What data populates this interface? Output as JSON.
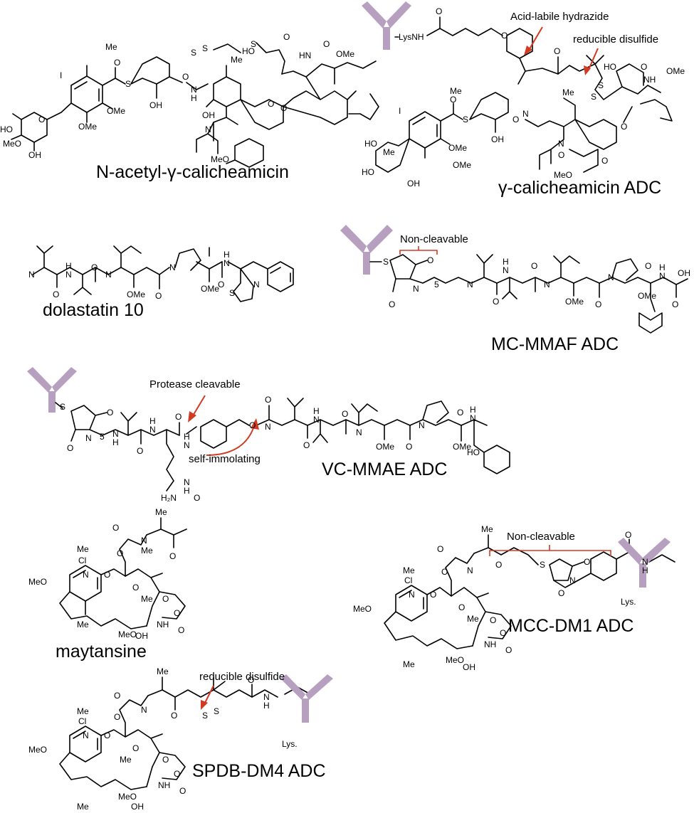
{
  "compounds": [
    {
      "name": "N-acetyl-γ-calicheamicin"
    },
    {
      "name": "γ-calicheamicin ADC",
      "annotations": [
        "Acid-labile hydrazide",
        "reducible disulfide"
      ]
    },
    {
      "name": "dolastatin 10"
    },
    {
      "name": "MC-MMAF ADC",
      "annotations": [
        "Non-cleavable"
      ]
    },
    {
      "name": "VC-MMAE ADC",
      "annotations": [
        "Protease cleavable",
        "self-immolating"
      ]
    },
    {
      "name": "maytansine"
    },
    {
      "name": "MCC-DM1 ADC",
      "annotations": [
        "Non-cleavable"
      ]
    },
    {
      "name": "SPDB-DM4 ADC",
      "annotations": [
        "reducible disulfide"
      ]
    }
  ],
  "atom_labels": {
    "me": "Me",
    "ome": "OMe",
    "meo": "MeO",
    "oh": "OH",
    "ho": "HO",
    "o": "O",
    "s": "S",
    "i": "I",
    "n": "N",
    "nh": "NH",
    "h": "H",
    "hn": "HN",
    "cl": "Cl",
    "h2n": "H₂N",
    "lysnh": "LysNH",
    "lys": "Lys.",
    "five": "5"
  },
  "colors": {
    "annotation_arrow": "#d23a22",
    "antibody": "#b79fc0"
  }
}
